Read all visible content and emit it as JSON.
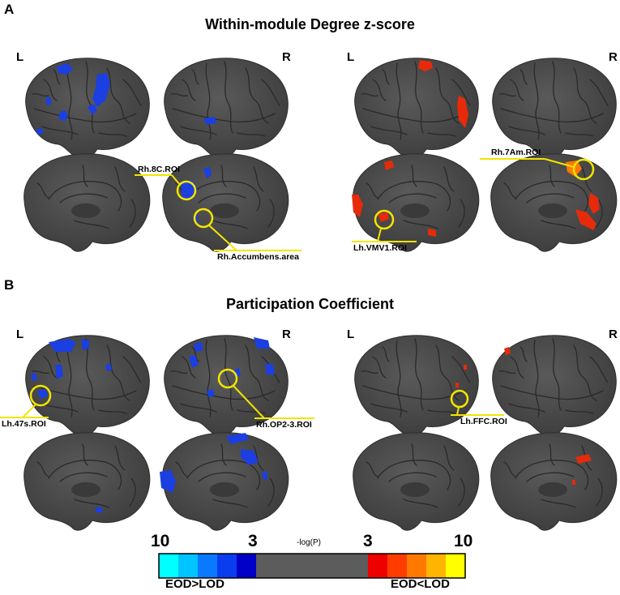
{
  "panel_a": {
    "letter": "A",
    "title": "Within-module Degree z-score",
    "left_group": {
      "left_hemi": "L",
      "right_hemi": "R"
    },
    "right_group": {
      "left_hemi": "L",
      "right_hemi": "R"
    },
    "roi_labels": [
      "Rh.8C.ROI",
      "Rh.Accumbens.area",
      "Lh.VMV1.ROI",
      "Rh.7Am.ROI"
    ]
  },
  "panel_b": {
    "letter": "B",
    "title": "Participation Coefficient",
    "left_group": {
      "left_hemi": "L",
      "right_hemi": "R"
    },
    "right_group": {
      "left_hemi": "L",
      "right_hemi": "R"
    },
    "roi_labels": [
      "Lh.47s.ROI",
      "Rh.OP2-3.ROI",
      "Lh.FFC.ROI"
    ]
  },
  "colorbar": {
    "left_max": "10",
    "left_min": "3",
    "axis_label": "-log(P)",
    "right_min": "3",
    "right_max": "10",
    "left_caption": "EOD>LOD",
    "right_caption": "EOD<LOD",
    "blue_colors": [
      "#00ffff",
      "#00c4ff",
      "#0a78ff",
      "#0a3cf0",
      "#0000c8"
    ],
    "gray_color": "#5c5c5c",
    "warm_colors": [
      "#ee0000",
      "#ff3c00",
      "#ff7800",
      "#ffb400",
      "#ffff00"
    ]
  },
  "colors": {
    "brain": "#4d4d4d",
    "blue_highlight": "#1b3fe0",
    "red_highlight": "#e62a0a",
    "roi_circle": "#f2e500"
  }
}
